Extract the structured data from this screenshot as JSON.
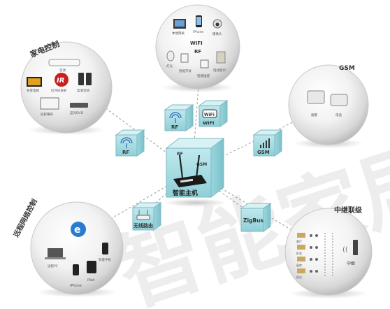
{
  "watermark": "智能家居",
  "hub": {
    "label": "智能主机",
    "rf": "RF",
    "gsm": "GSM"
  },
  "connectors": {
    "rf_left": "RF",
    "rf_top": "RF",
    "wifi_top": "WIFI",
    "gsm_right": "GSM",
    "router": "无线路由",
    "zigbus": "ZigBus"
  },
  "groups": {
    "appliance": {
      "title": "家电控制",
      "items": [
        "空调",
        "背景电视",
        "红外码发射",
        "高清音响",
        "投影幕布",
        "蓝光DVD"
      ]
    },
    "wifi_rf": {
      "items": [
        "本地网关",
        "iPhone",
        "摄像头",
        "灯光",
        "智能开关",
        "智能插座",
        "电动窗帘"
      ],
      "wifi": "WIFI",
      "rf": "RF"
    },
    "gsm": {
      "title": "GSM",
      "items": [
        "报警",
        "电话"
      ]
    },
    "remote": {
      "title": "远程网络控制",
      "items": [
        "远程PC",
        "iPhone",
        "iPad",
        "智能手机"
      ]
    },
    "relay": {
      "title": "中继联级",
      "relay_label": "中继",
      "rows": [
        "客厅",
        "卧室",
        "厨房",
        "阳台"
      ]
    }
  },
  "colors": {
    "cube_top": "#cfeff2",
    "cube_front": "#a7dde2",
    "accent_blue": "#2a63b8"
  }
}
